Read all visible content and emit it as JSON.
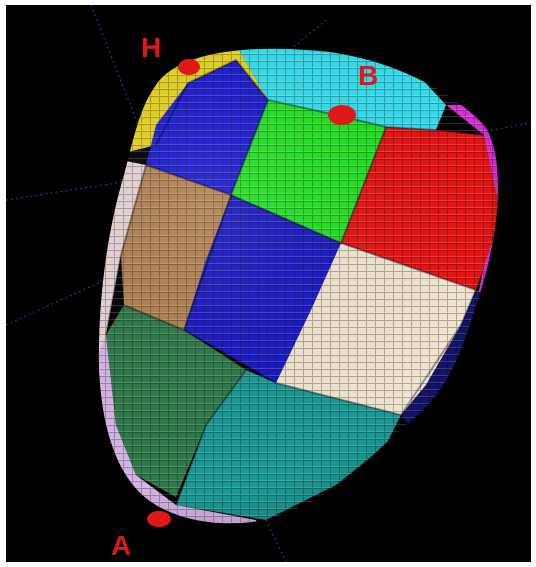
{
  "markers": {
    "h": {
      "label": "H",
      "color": "#e01818"
    },
    "b": {
      "label": "B",
      "color": "#e01818"
    },
    "a": {
      "label": "A",
      "color": "#e01818"
    }
  },
  "segments": [
    {
      "id": "segment-basal-top-yellow",
      "color": "#e3d21c"
    },
    {
      "id": "segment-basal-top-cyan",
      "color": "#35dcea"
    },
    {
      "id": "segment-basal-top-magenta",
      "color": "#d62fd6"
    },
    {
      "id": "segment-basal-blue",
      "color": "#1a1ad0"
    },
    {
      "id": "segment-basal-green",
      "color": "#22e022"
    },
    {
      "id": "segment-basal-red",
      "color": "#e81414"
    },
    {
      "id": "segment-mid-pink",
      "color": "#e6d2d2"
    },
    {
      "id": "segment-mid-tan",
      "color": "#b08050"
    },
    {
      "id": "segment-mid-blue",
      "color": "#1818c4"
    },
    {
      "id": "segment-mid-beige",
      "color": "#efe4cf"
    },
    {
      "id": "segment-mid-darkblue",
      "color": "#14146e"
    },
    {
      "id": "segment-apical-lilac",
      "color": "#d6b3e6"
    },
    {
      "id": "segment-apical-darkgreen",
      "color": "#2e7a4a"
    },
    {
      "id": "segment-apical-teal",
      "color": "#1a9a96"
    }
  ],
  "background_color": "#000000",
  "axis_color": "#3a3aa8"
}
